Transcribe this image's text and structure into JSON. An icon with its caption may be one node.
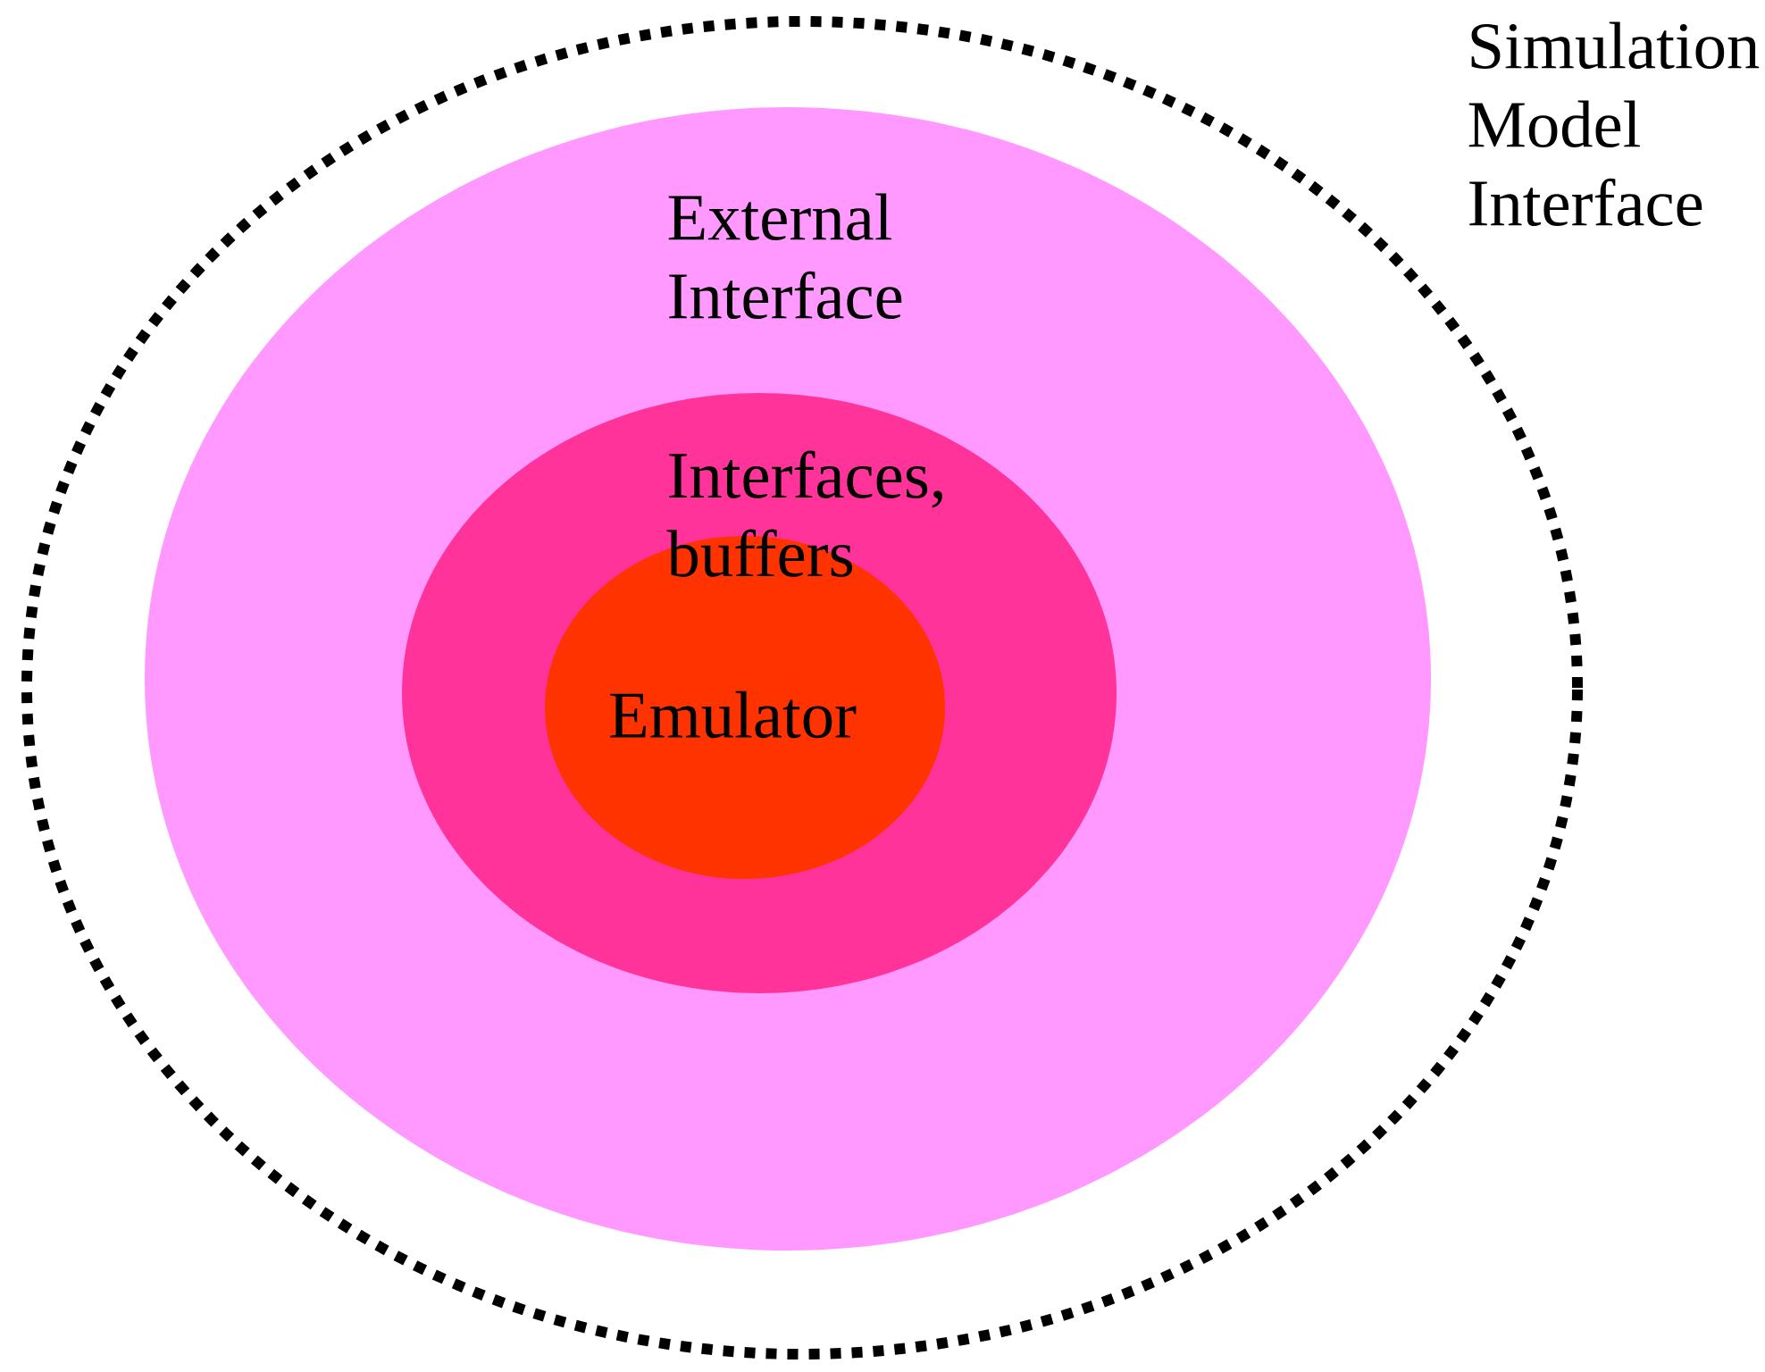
{
  "diagram": {
    "nodes": [
      {
        "text": [
          "Simulation Model Interface"
        ]
      },
      {
        "text": [
          "External Interface"
        ],
        "in": 0
      },
      {
        "text": [
          "Interfaces, buffers"
        ],
        "in": 1
      },
      {
        "text": [
          "Emulator"
        ],
        "in": 2
      }
    ]
  }
}
